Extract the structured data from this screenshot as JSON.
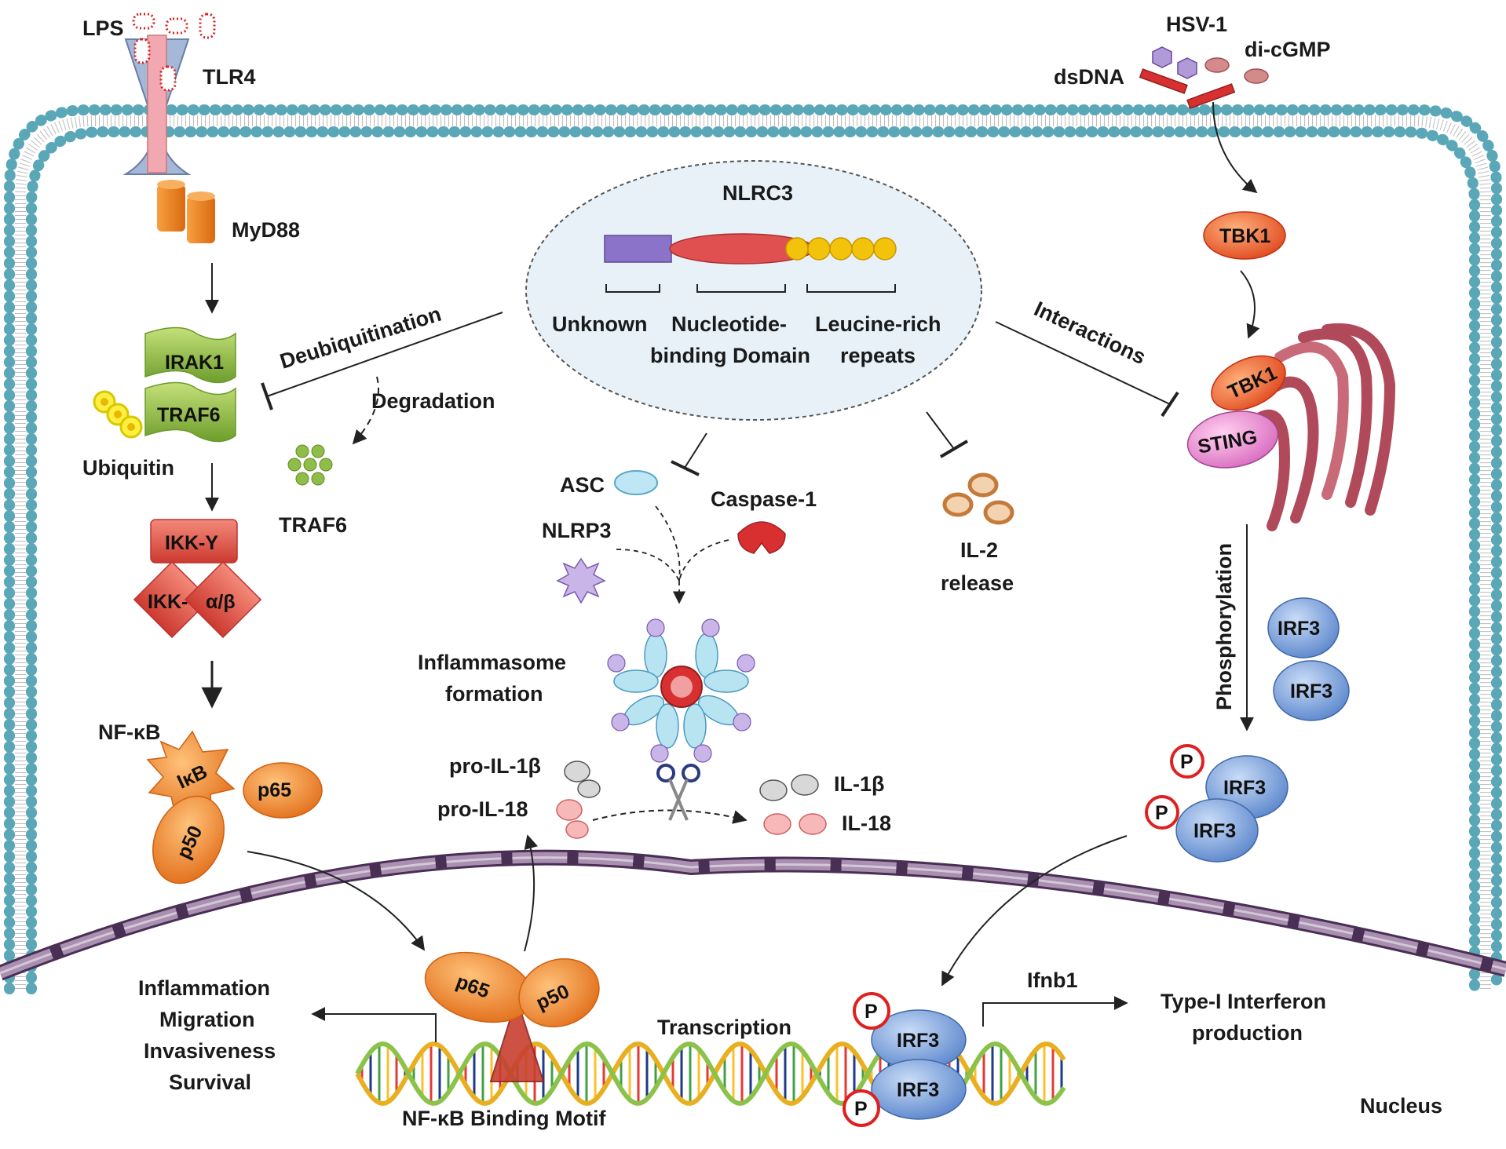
{
  "labels": {
    "lps": "LPS",
    "tlr4": "TLR4",
    "myd88": "MyD88",
    "irak1": "IRAK1",
    "traf6": "TRAF6",
    "ubiquitin": "Ubiquitin",
    "traf6_free": "TRAF6",
    "ikk_gamma": "IKK-Υ",
    "ikk_prefix": "IKK-",
    "ikk_ab": "α/β",
    "nfkb": "NF-κB",
    "ikb": "IκB",
    "p65": "p65",
    "p50": "p50",
    "deubiquitination": "Deubiquitination",
    "degradation": "Degradation",
    "nlrc3": "NLRC3",
    "domain_unknown": "Unknown",
    "domain_nucleotide_1": "Nucleotide-",
    "domain_nucleotide_2": "binding Domain",
    "domain_lrr_1": "Leucine-rich",
    "domain_lrr_2": "repeats",
    "asc": "ASC",
    "caspase1": "Caspase-1",
    "nlrp3": "NLRP3",
    "inflammasome_1": "Inflammasome",
    "inflammasome_2": "formation",
    "il2_1": "IL-2",
    "il2_2": "release",
    "pro_il1b": "pro-IL-1β",
    "pro_il18": "pro-IL-18",
    "il1b": "IL-1β",
    "il18": "IL-18",
    "hsv1": "HSV-1",
    "di_cgmp": "di-cGMP",
    "dsdna": "dsDNA",
    "tbk1_top": "TBK1",
    "interactions": "Interactions",
    "tbk1_er": "TBK1",
    "sting": "STING",
    "phosphorylation": "Phosphorylation",
    "irf3_a": "IRF3",
    "irf3_b": "IRF3",
    "irf3_p1": "IRF3",
    "irf3_p2": "IRF3",
    "p_mark": "P",
    "nuc_p65": "p65",
    "nuc_p50": "p50",
    "outcome_1": "Inflammation",
    "outcome_2": "Migration",
    "outcome_3": "Invasiveness",
    "outcome_4": "Survival",
    "transcription": "Transcription",
    "nfkb_motif": "NF-κB Binding Motif",
    "nuc_irf3_1": "IRF3",
    "nuc_irf3_2": "IRF3",
    "ifnb1": "Ifnb1",
    "type1_1": "Type-I Interferon",
    "type1_2": "production",
    "nucleus": "Nucleus"
  },
  "colors": {
    "membrane_head": "#4f9fb0",
    "nuclear_envelope": "#7a5a80",
    "irf3": "#6e98d8",
    "traf6_box": "#8fbd4a",
    "ikk": "#e0544a",
    "nfkb_orange": "#ef8a2e",
    "phospho_ring": "#e02020",
    "er": "#b45060"
  }
}
